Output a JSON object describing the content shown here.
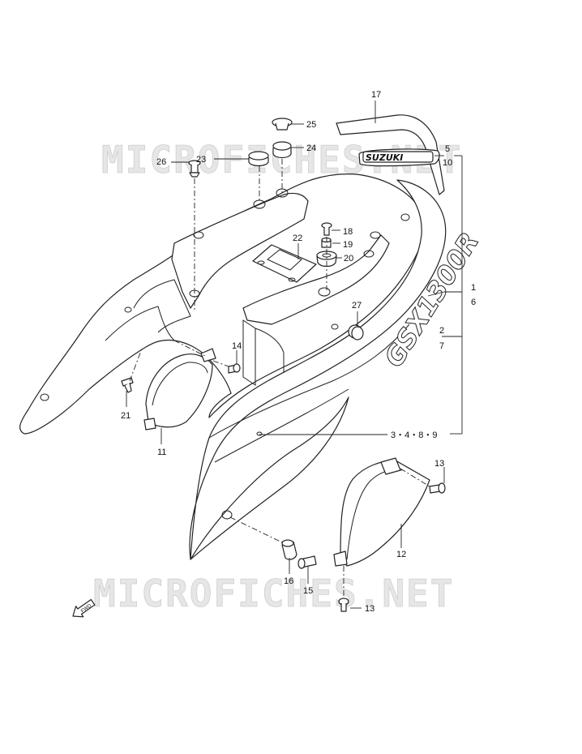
{
  "watermark": "MICROFICHES.NET",
  "brand_badge": "SUZUKI",
  "model_decal": "GSX1300R",
  "direction_label": "FWD",
  "callouts": {
    "p1_6": {
      "top": "1",
      "bottom": "6"
    },
    "p2_7": {
      "top": "2",
      "bottom": "7"
    },
    "p5_10": {
      "top": "5",
      "bottom": "10"
    },
    "p3489": "3・4・8・9",
    "p11": "11",
    "p12": "12",
    "p13a": "13",
    "p13b": "13",
    "p14": "14",
    "p15": "15",
    "p16": "16",
    "p17": "17",
    "p18": "18",
    "p19": "19",
    "p20": "20",
    "p21": "21",
    "p22": "22",
    "p23": "23",
    "p24": "24",
    "p25": "25",
    "p26": "26",
    "p27": "27"
  }
}
